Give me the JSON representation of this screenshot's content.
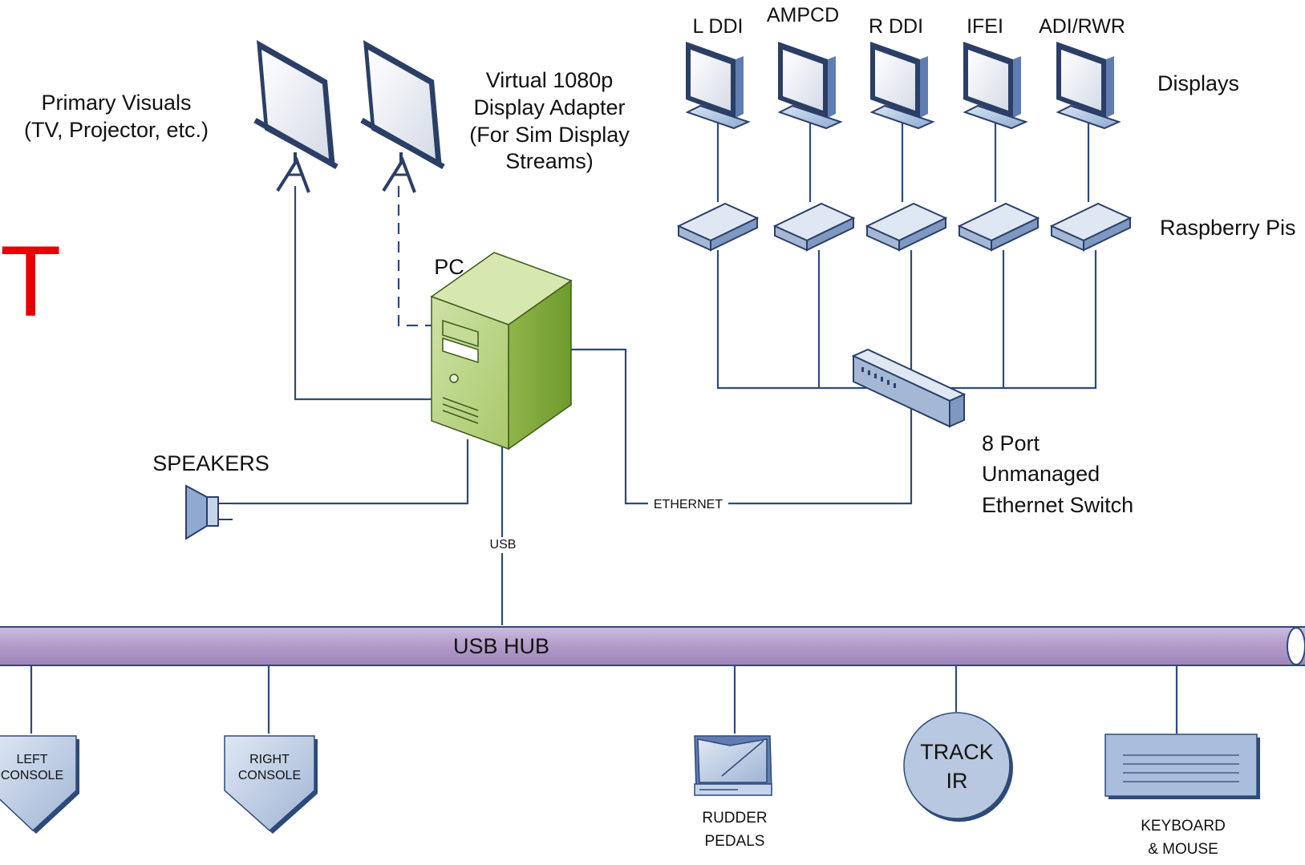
{
  "labels": {
    "primary_visuals": "Primary Visuals\n(TV, Projector, etc.)",
    "virtual_adapter": "Virtual 1080p\nDisplay Adapter\n(For Sim Display\nStreams)",
    "pc": "PC",
    "displays": "Displays",
    "raspberry_pis": "Raspberry Pis",
    "switch": "8 Port\nUnmanaged\nEthernet Switch",
    "speakers": "SPEAKERS",
    "ethernet": "ETHERNET",
    "usb": "USB",
    "usb_hub": "USB HUB",
    "red_glyph": "T"
  },
  "displays": [
    "L DDI",
    "AMPCD",
    "R DDI",
    "IFEI",
    "ADI/RWR"
  ],
  "usb_devices": {
    "left_console": "LEFT\nCONSOLE",
    "right_console": "RIGHT\nCONSOLE",
    "rudder_pedals": "RUDDER\nPEDALS",
    "track_ir": "TRACK\nIR",
    "keyboard_mouse": "KEYBOARD\n& MOUSE"
  },
  "colors": {
    "line": "#2e4a7a",
    "monitor": "#a8c0e0",
    "pc_green": "#9dc25a",
    "hub": "#b7a2cc",
    "red": "#e60000"
  }
}
